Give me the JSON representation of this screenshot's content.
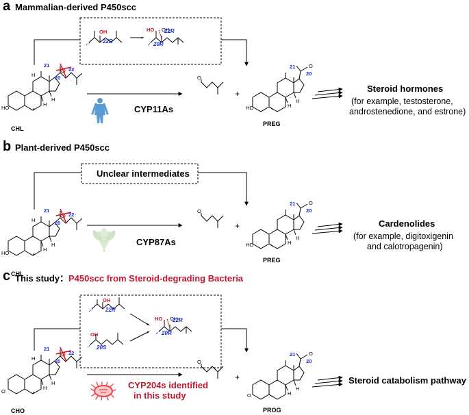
{
  "panels": [
    {
      "letter": "a",
      "title": "Mammalian-derived P450scc",
      "substrate": "CHL",
      "product": "PREG",
      "enzyme": "CYP11As",
      "outcome_title": "Steroid hormones",
      "outcome_note": [
        "(for example,  testosterone,",
        "androstenedione, and estrone)"
      ]
    },
    {
      "letter": "b",
      "title": "Plant-derived P450scc",
      "substrate": "CHL",
      "product": "PREG",
      "enzyme": "CYP87As",
      "intermediates": "Unclear intermediates",
      "outcome_title": "Cardenolides",
      "outcome_note": [
        "(for example, digitoxigenin",
        "and calotropagenin)"
      ]
    },
    {
      "letter": "c",
      "title": "This study：",
      "title_highlight": "P450scc from Steroid-degrading Bacteria",
      "substrate": "CHO",
      "product": "PROG",
      "enzyme": [
        "CYP204s identified",
        "in this study"
      ],
      "outcome_title": "Steroid catabolism pathway"
    }
  ],
  "labels": {
    "c20": "20",
    "c21": "21",
    "c22": "22",
    "r22": "22R",
    "r20": "20R",
    "s20": "20S",
    "oh": "OH",
    "ho": "HO",
    "o": "O",
    "h": "H",
    "plus": "+"
  },
  "colors": {
    "label_blue": "#1a2bd8",
    "highlight_red": "#c0182f",
    "cleavage_red": "#d0141e",
    "human_icon": "#5b9bd5",
    "leaf_icon": "#cfe3c6",
    "bacteria_icon": "#e8474e"
  },
  "icons": [
    "human-body-icon",
    "leaf-icon",
    "bacterium-icon"
  ]
}
